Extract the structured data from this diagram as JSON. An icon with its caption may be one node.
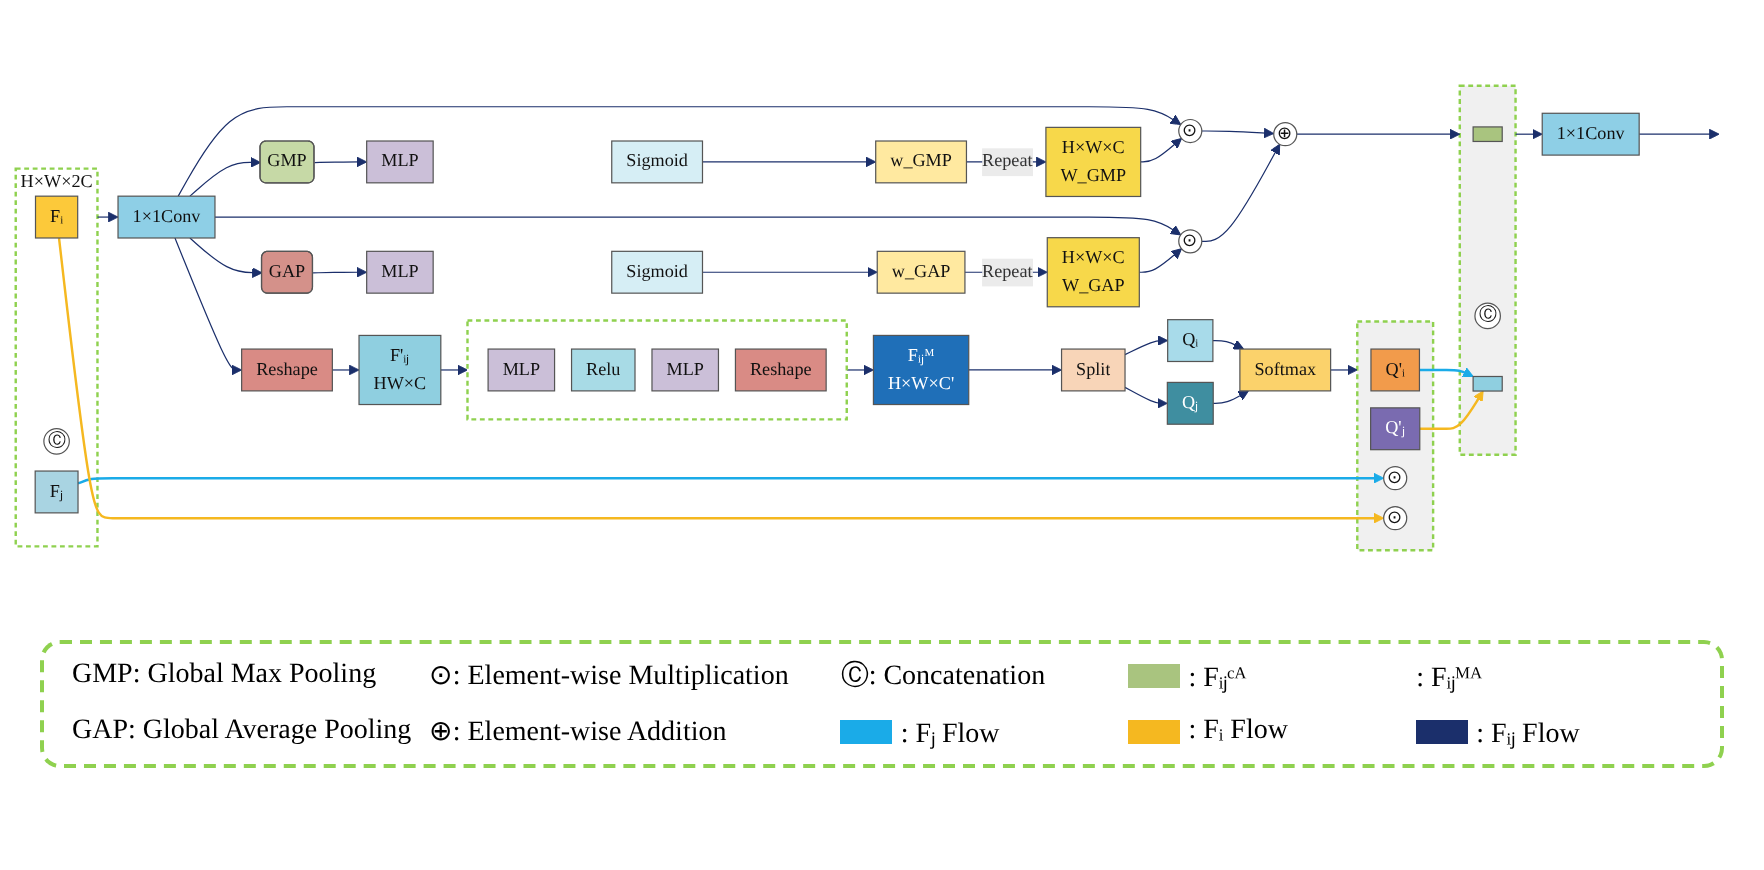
{
  "diagram": {
    "nodes": [
      {
        "text": [
          "H×W×2C"
        ]
      },
      {
        "text": [
          "Fᵢ"
        ],
        "in": 0
      },
      {
        "text": [
          "Ⓒ"
        ],
        "in": 0
      },
      {
        "text": [
          "Fⱼ"
        ],
        "in": 0
      },
      {
        "text": [
          "1×1Conv"
        ]
      },
      {
        "text": [
          "GMP"
        ]
      },
      {
        "text": [
          "GAP"
        ]
      },
      {
        "text": [
          "MLP"
        ]
      },
      {
        "text": [
          "Sigmoid"
        ]
      },
      {
        "text": [
          "w_GMP"
        ]
      },
      {
        "text": [
          "H×W×C",
          "W_GMP"
        ]
      },
      {
        "text": [
          "⊙"
        ]
      },
      {
        "text": [
          "MLP"
        ]
      },
      {
        "text": [
          "Sigmoid"
        ]
      },
      {
        "text": [
          "w_GAP"
        ]
      },
      {
        "text": [
          "H×W×C",
          "W_GAP"
        ]
      },
      {
        "text": [
          "⊙"
        ]
      },
      {
        "text": [
          "⊕"
        ]
      },
      {
        "text": [],
        "shape": "box"
      },
      {
        "text": [],
        "shape": "box",
        "in": 18
      },
      {
        "text": [
          "Ⓒ"
        ],
        "in": 18
      },
      {
        "text": [],
        "shape": "box",
        "in": 18
      },
      {
        "text": [
          "1×1Conv"
        ]
      },
      {
        "text": [
          "Reshape"
        ]
      },
      {
        "text": [
          "F'ᵢⱼ",
          "HW×C"
        ]
      },
      {
        "text": [],
        "shape": "box"
      },
      {
        "text": [
          "MLP"
        ],
        "in": 25
      },
      {
        "text": [
          "Relu"
        ],
        "in": 25
      },
      {
        "text": [
          "MLP"
        ],
        "in": 25
      },
      {
        "text": [
          "Reshape"
        ],
        "in": 25
      },
      {
        "text": [
          "Fᵢⱼᴹ",
          "H×W×C'"
        ]
      },
      {
        "text": [
          "Split"
        ]
      },
      {
        "text": [
          "Qᵢ"
        ]
      },
      {
        "text": [
          "Qⱼ"
        ]
      },
      {
        "text": [
          "Softmax"
        ]
      },
      {
        "text": [],
        "shape": "box"
      },
      {
        "text": [
          "Q'ᵢ"
        ],
        "in": 35
      },
      {
        "text": [
          "Q'ⱼ"
        ],
        "in": 35
      },
      {
        "text": [
          "⊙"
        ],
        "in": 35
      },
      {
        "text": [
          "⊙"
        ],
        "in": 35
      }
    ],
    "edges": [
      {
        "from": 0,
        "to": 4,
        "arrow": "to"
      },
      {
        "from": 4,
        "to": 5,
        "arrow": "to"
      },
      {
        "from": 4,
        "to": 6,
        "arrow": "to"
      },
      {
        "from": 4,
        "to": 11,
        "arrow": "to"
      },
      {
        "from": 4,
        "to": 16,
        "arrow": "to"
      },
      {
        "from": 4,
        "to": 23,
        "arrow": "to"
      },
      {
        "from": 5,
        "to": 7,
        "arrow": "to"
      },
      {
        "from": 8,
        "to": 9,
        "arrow": "to"
      },
      {
        "from": 9,
        "to": 10,
        "arrow": "to",
        "label": "Repeat"
      },
      {
        "from": 10,
        "to": 11,
        "arrow": "to"
      },
      {
        "from": 11,
        "to": 17,
        "arrow": "to"
      },
      {
        "from": 6,
        "to": 12,
        "arrow": "to"
      },
      {
        "from": 13,
        "to": 14,
        "arrow": "to"
      },
      {
        "from": 14,
        "to": 15,
        "arrow": "to",
        "label": "Repeat"
      },
      {
        "from": 15,
        "to": 16,
        "arrow": "to"
      },
      {
        "from": 16,
        "to": 17,
        "arrow": "to"
      },
      {
        "from": 17,
        "to": 18,
        "arrow": "to"
      },
      {
        "from": 18,
        "to": 22,
        "arrow": "to"
      },
      {
        "from": 22,
        "to": null,
        "arrow": "to"
      },
      {
        "from": 23,
        "to": 24,
        "arrow": "to"
      },
      {
        "from": 24,
        "to": 25,
        "arrow": "to"
      },
      {
        "from": 25,
        "to": 30,
        "arrow": "to"
      },
      {
        "from": 30,
        "to": 31,
        "arrow": "to"
      },
      {
        "from": 31,
        "to": 32,
        "arrow": "to"
      },
      {
        "from": 31,
        "to": 33,
        "arrow": "to"
      },
      {
        "from": 32,
        "to": 34,
        "arrow": "to"
      },
      {
        "from": 33,
        "to": 34,
        "arrow": "to"
      },
      {
        "from": 34,
        "to": 35,
        "arrow": "to"
      },
      {
        "from": 3,
        "to": 38,
        "arrow": "to",
        "color": "#1aabe8"
      },
      {
        "from": 1,
        "to": 39,
        "arrow": "to",
        "color": "#f5b820"
      },
      {
        "from": 36,
        "to": 21,
        "arrow": "to",
        "color": "#1aabe8"
      },
      {
        "from": 37,
        "to": 21,
        "arrow": "to",
        "color": "#f5b820"
      }
    ],
    "labels": [
      "GMP: Global Max Pooling",
      "GAP: Global Average Pooling"
    ],
    "legend": [
      {
        "text": "⊙: Element-wise Multiplication"
      },
      {
        "text": "Ⓒ: Concatenation"
      },
      {
        "text": ": Fᵢⱼᶜᴬ",
        "color": "#a9c47f"
      },
      {
        "text": ": Fᵢⱼᴹᴬ"
      },
      {
        "text": "⊕: Element-wise Addition"
      },
      {
        "text": ": Fⱼ Flow",
        "color": "#1aabe8"
      },
      {
        "text": ": Fᵢ Flow",
        "color": "#f5b820"
      },
      {
        "text": ": Fᵢⱼ Flow",
        "color": "#1b2f6b"
      }
    ]
  }
}
